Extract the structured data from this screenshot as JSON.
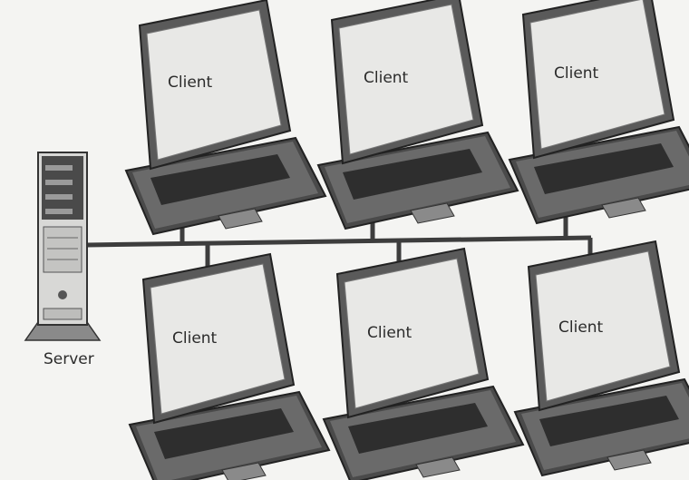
{
  "server": {
    "label": "Server",
    "icon": "tower-server-icon"
  },
  "clients": [
    {
      "label": "Client",
      "icon": "laptop-icon"
    },
    {
      "label": "Client",
      "icon": "laptop-icon"
    },
    {
      "label": "Client",
      "icon": "laptop-icon"
    },
    {
      "label": "Client",
      "icon": "laptop-icon"
    },
    {
      "label": "Client",
      "icon": "laptop-icon"
    },
    {
      "label": "Client",
      "icon": "laptop-icon"
    }
  ],
  "colors": {
    "background": "#f4f4f2",
    "cable": "#3d3d3d",
    "laptop_body": "#5a5a5a",
    "screen": "#e8e8e6"
  }
}
